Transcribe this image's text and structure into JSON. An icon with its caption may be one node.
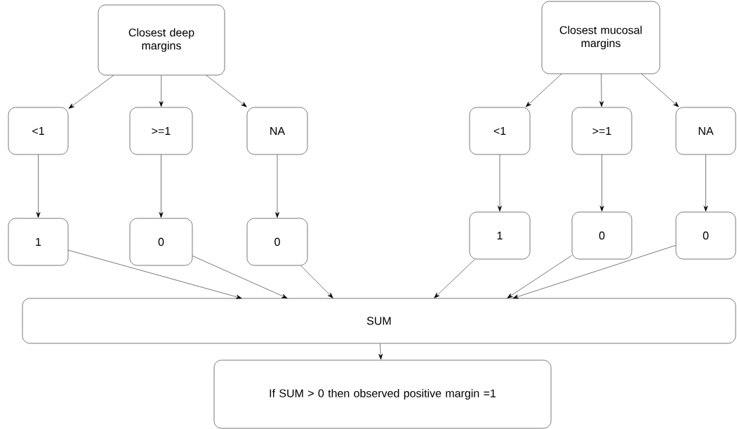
{
  "diagram": {
    "nodes": [
      {
        "text": [
          "Closest deep margins"
        ]
      },
      {
        "text": [
          "Closest mucosal margins"
        ]
      },
      {
        "text": [
          "<1"
        ]
      },
      {
        "text": [
          ">=1"
        ]
      },
      {
        "text": [
          "NA"
        ]
      },
      {
        "text": [
          "<1"
        ]
      },
      {
        "text": [
          ">=1"
        ]
      },
      {
        "text": [
          "NA"
        ]
      },
      {
        "text": [
          "1"
        ]
      },
      {
        "text": [
          "0"
        ]
      },
      {
        "text": [
          "0"
        ]
      },
      {
        "text": [
          "1"
        ]
      },
      {
        "text": [
          "0"
        ]
      },
      {
        "text": [
          "0"
        ]
      },
      {
        "text": [
          "SUM"
        ]
      },
      {
        "text": [
          "If SUM > 0 then observed positive margin =1"
        ]
      }
    ],
    "edges": [
      {
        "from": 0,
        "to": 2,
        "arrow": "to"
      },
      {
        "from": 0,
        "to": 3,
        "arrow": "to"
      },
      {
        "from": 0,
        "to": 4,
        "arrow": "to"
      },
      {
        "from": 1,
        "to": 5,
        "arrow": "to"
      },
      {
        "from": 1,
        "to": 6,
        "arrow": "to"
      },
      {
        "from": 1,
        "to": 7,
        "arrow": "to"
      },
      {
        "from": 2,
        "to": 8,
        "arrow": "to"
      },
      {
        "from": 3,
        "to": 9,
        "arrow": "to"
      },
      {
        "from": 4,
        "to": 10,
        "arrow": "to"
      },
      {
        "from": 5,
        "to": 11,
        "arrow": "to"
      },
      {
        "from": 6,
        "to": 12,
        "arrow": "to"
      },
      {
        "from": 7,
        "to": 13,
        "arrow": "to"
      },
      {
        "from": 8,
        "to": 14,
        "arrow": "to"
      },
      {
        "from": 9,
        "to": 14,
        "arrow": "to"
      },
      {
        "from": 10,
        "to": 14,
        "arrow": "to"
      },
      {
        "from": 11,
        "to": 14,
        "arrow": "to"
      },
      {
        "from": 12,
        "to": 14,
        "arrow": "to"
      },
      {
        "from": 13,
        "to": 14,
        "arrow": "to"
      },
      {
        "from": 14,
        "to": 15,
        "arrow": "to"
      }
    ]
  }
}
